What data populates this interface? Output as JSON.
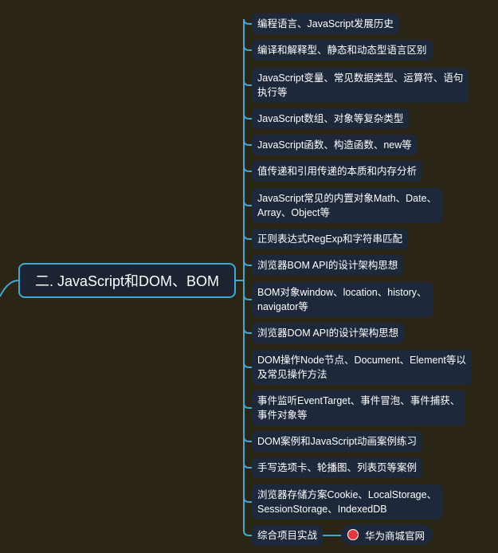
{
  "root": {
    "label": "二. JavaScript和DOM、BOM"
  },
  "topics": [
    [
      "编程语言、JavaScript发展历史"
    ],
    [
      "编译和解释型、静态和动态型语言区别"
    ],
    [
      "JavaScript变量、常见数据类型、运算符、语句",
      "执行等"
    ],
    [
      "JavaScript数组、对象等复杂类型"
    ],
    [
      "JavaScript函数、构造函数、new等"
    ],
    [
      "值传递和引用传递的本质和内存分析"
    ],
    [
      "JavaScript常见的内置对象Math、Date、",
      "Array、Object等"
    ],
    [
      "正则表达式RegExp和字符串匹配"
    ],
    [
      "浏览器BOM API的设计架构思想"
    ],
    [
      "BOM对象window、location、history、",
      "navigator等"
    ],
    [
      "浏览器DOM API的设计架构思想"
    ],
    [
      "DOM操作Node节点、Document、Element等以",
      "及常见操作方法"
    ],
    [
      "事件监听EventTarget、事件冒泡、事件捕获、",
      "事件对象等"
    ],
    [
      "DOM案例和JavaScript动画案例练习"
    ],
    [
      "手写选项卡、轮播图、列表页等案例"
    ],
    [
      "浏览器存储方案Cookie、LocalStorage、",
      "SessionStorage、IndexedDB"
    ],
    [
      "综合项目实战"
    ]
  ],
  "watermark": {
    "label": "华为商城官网",
    "icon": "huawei-logo-icon"
  },
  "colors": {
    "background": "#2b2515",
    "connector": "#3fa8d6",
    "node": "#1d283a",
    "logo": "#e8363c"
  }
}
